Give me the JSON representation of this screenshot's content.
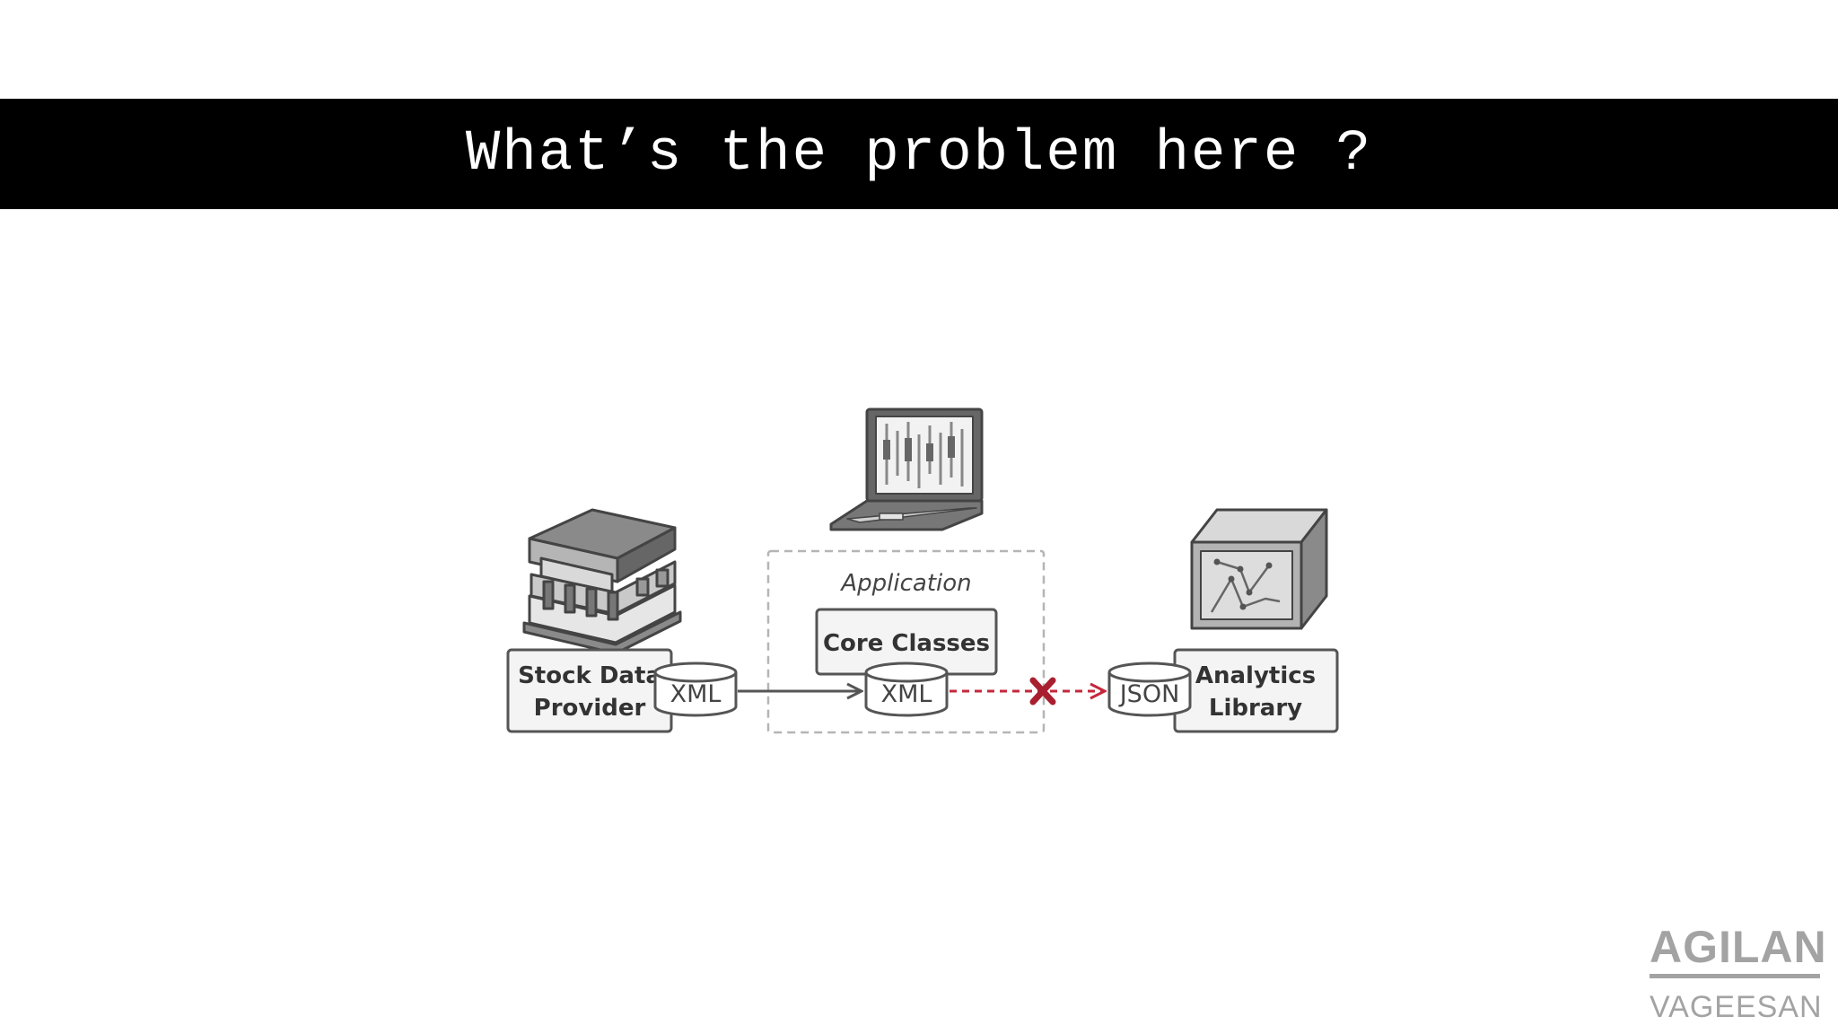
{
  "slide": {
    "title": "What’s the problem here ?"
  },
  "diagram": {
    "stock_provider": {
      "line1": "Stock Data",
      "line2": "Provider",
      "format": "XML"
    },
    "application": {
      "label": "Application",
      "core_classes": "Core Classes",
      "format": "XML"
    },
    "analytics_library": {
      "line1": "Analytics",
      "line2": "Library",
      "format": "JSON"
    },
    "icons": [
      "bank-building-icon",
      "laptop-chart-icon",
      "analytics-box-icon",
      "blocked-x-icon"
    ],
    "colors": {
      "outline": "#555555",
      "box_fill": "#f4f4f4",
      "dashed_box": "#b5b5b5",
      "error_red": "#c4283c"
    }
  },
  "watermark": {
    "line1": "AGILAN",
    "line2": "VAGEESAN"
  }
}
